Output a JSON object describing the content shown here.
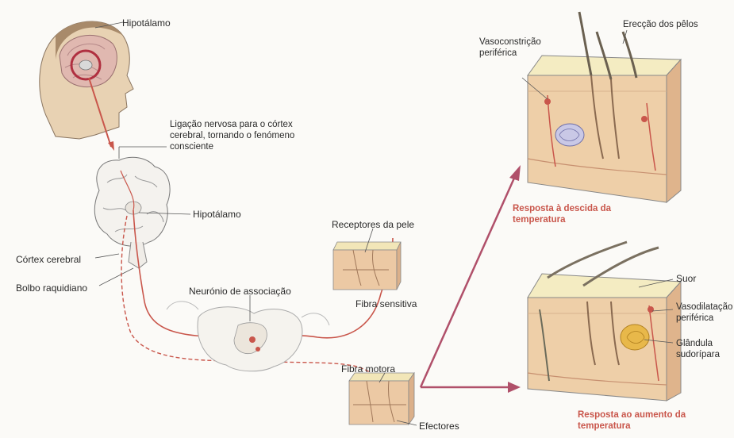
{
  "labels": {
    "hipotalamo_top": "Hipotálamo",
    "ligacao": "Ligação nervosa para o córtex cerebral, tornando o fenómeno consciente",
    "hipotalamo_mid": "Hipotálamo",
    "cortex": "Córtex cerebral",
    "bolbo": "Bolbo raquidiano",
    "neuronio": "Neurónio de associação",
    "receptores": "Receptores da pele",
    "fibra_sensitiva": "Fibra sensitiva",
    "fibra_motora": "Fibra motora",
    "efectores": "Efectores",
    "vasoconstricao": "Vasoconstrição periférica",
    "erecao": "Erecção dos pêlos",
    "resposta_descida": "Resposta à descida da temperatura",
    "suor": "Suor",
    "vasodilatacao": "Vasodilatação periférica",
    "glandula": "Glândula sudorípara",
    "resposta_aumento": "Resposta ao aumento da temperatura"
  },
  "colors": {
    "nerve_red": "#c9564b",
    "skin_top": "#f2e6b8",
    "skin_side": "#ecc9a4",
    "outline": "#6b6b6b"
  }
}
